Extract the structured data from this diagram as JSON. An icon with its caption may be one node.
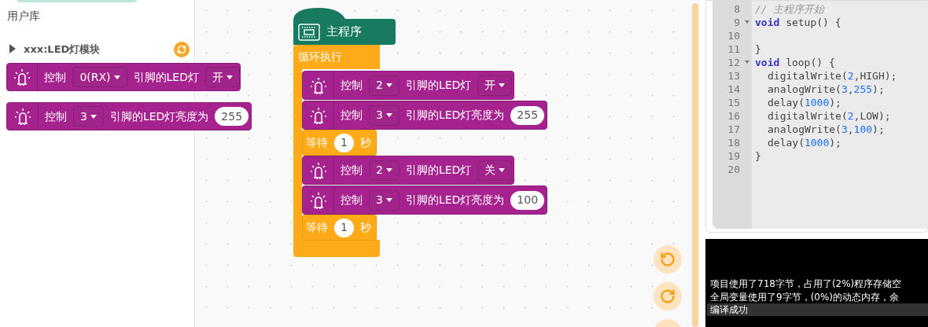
{
  "diagram": {
    "nodes": [
      {
        "text": [
          "控制",
          "0(RX)",
          "引脚的LED灯",
          "开"
        ]
      },
      {
        "text": [
          "控制",
          "3",
          "引脚的LED灯亮度为",
          "255"
        ]
      },
      {
        "text": [
          "主程序"
        ]
      },
      {
        "text": [
          "循环执行"
        ]
      },
      {
        "text": [
          "控制",
          "2",
          "引脚的LED灯",
          "开"
        ]
      },
      {
        "text": [
          "控制",
          "3",
          "引脚的LED灯亮度为",
          "255"
        ]
      },
      {
        "text": [
          "等待",
          "1",
          "秒"
        ]
      },
      {
        "text": [
          "控制",
          "2",
          "引脚的LED灯",
          "关"
        ]
      },
      {
        "text": [
          "控制",
          "3",
          "引脚的LED灯亮度为",
          "100"
        ]
      },
      {
        "text": [
          "等待",
          "1",
          "秒"
        ]
      }
    ],
    "labels": [
      "用户库",
      "xxx:LED灯模块",
      "8",
      "// 主程序开始",
      "9",
      "void setup() {",
      "10",
      "11",
      "}",
      "12",
      "void loop() {",
      "13",
      "digitalWrite(2,HIGH);",
      "14",
      "analogWrite(3,255);",
      "15",
      "delay(1000);",
      "16",
      "digitalWrite(2,LOW);",
      "17",
      "analogWrite(3,100);",
      "18",
      "delay(1000);",
      "19",
      "}",
      "20",
      "项目使用了718字节，占用了(2%)程序存储空",
      "全局变量使用了9字节，(0%)的动态内存，余",
      "编译成功"
    ]
  }
}
